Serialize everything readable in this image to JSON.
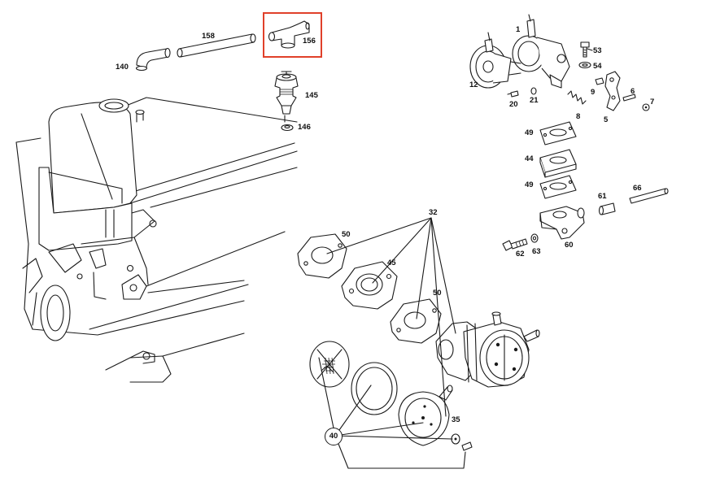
{
  "diagram": {
    "highlight_color": "#e0402a",
    "highlighted_part": "156",
    "part_labels": {
      "p1": "1",
      "p5": "5",
      "p6": "6",
      "p7": "7",
      "p8": "8",
      "p9": "9",
      "p12": "12",
      "p20": "20",
      "p21": "21",
      "p32": "32",
      "p35": "35",
      "p40": "40",
      "p44": "44",
      "p45": "45",
      "p49a": "49",
      "p49b": "49",
      "p50a": "50",
      "p50b": "50",
      "p53": "53",
      "p54": "54",
      "p60": "60",
      "p61": "61",
      "p62": "62",
      "p63": "63",
      "p66": "66",
      "p140": "140",
      "p145": "145",
      "p146": "146",
      "p156": "156",
      "p158": "158"
    }
  }
}
